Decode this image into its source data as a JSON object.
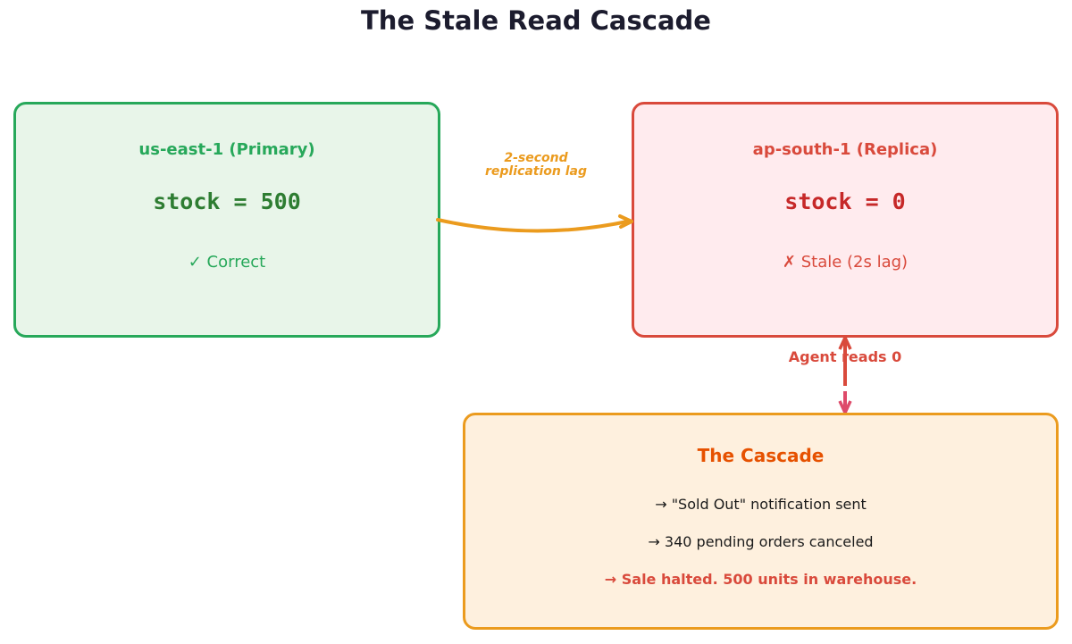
{
  "title": "The Stale Read Cascade",
  "primary": {
    "name": "us-east-1 (Primary)",
    "stock": "stock = 500",
    "status": "✓ Correct"
  },
  "replica": {
    "name": "ap-south-1 (Replica)",
    "stock": "stock = 0",
    "status": "✗ Stale (2s lag)"
  },
  "replication": {
    "label_line1": "2-second",
    "label_line2": "replication lag"
  },
  "agent_read": {
    "label": "Agent reads 0"
  },
  "cascade": {
    "title": "The Cascade",
    "line1": "→ \"Sold Out\" notification sent",
    "line2": "→ 340 pending orders canceled",
    "line3": "→ Sale halted. 500 units in warehouse."
  },
  "colors": {
    "primary": "#27a85a",
    "replica": "#d94a3c",
    "cascade": "#eb9b1e",
    "cascade_title": "#e65100"
  }
}
